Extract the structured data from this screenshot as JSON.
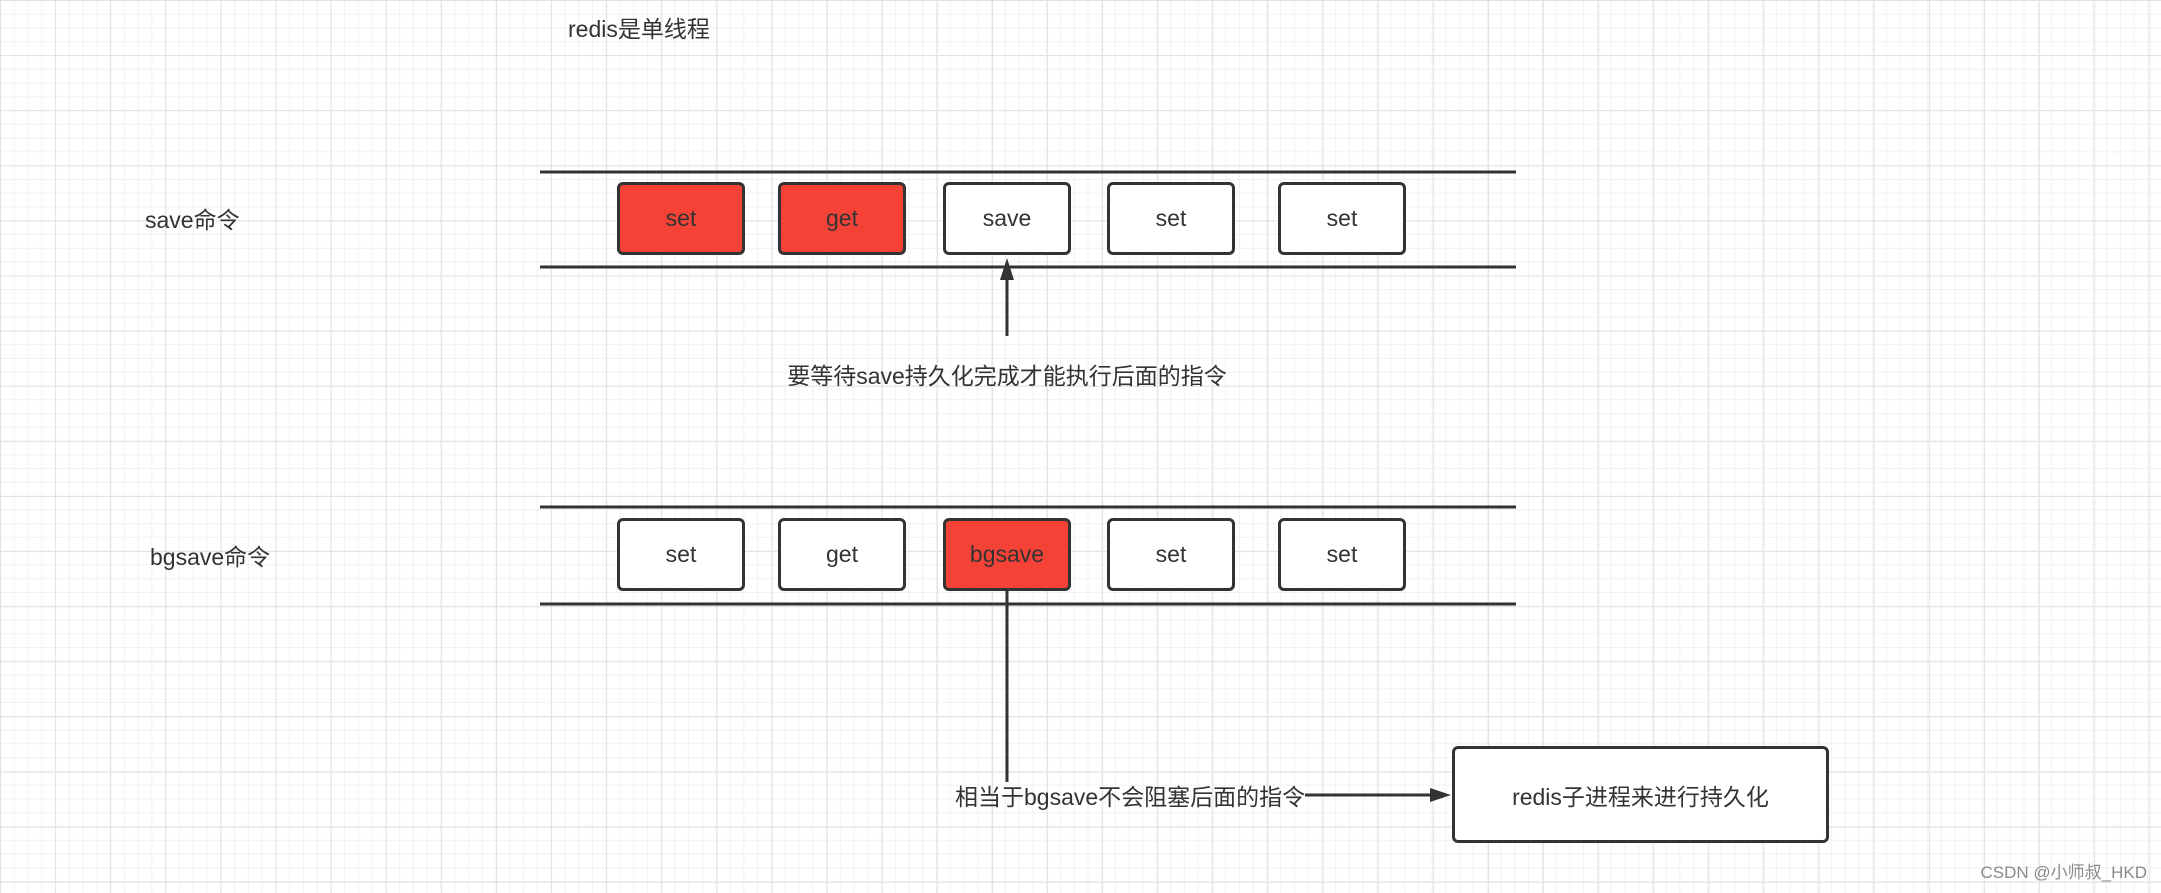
{
  "title": "redis是单线程",
  "rows": [
    {
      "label": "save命令",
      "commands": [
        {
          "text": "set",
          "highlight": true
        },
        {
          "text": "get",
          "highlight": true
        },
        {
          "text": "save",
          "highlight": false
        },
        {
          "text": "set",
          "highlight": false
        },
        {
          "text": "set",
          "highlight": false
        }
      ]
    },
    {
      "label": "bgsave命令",
      "commands": [
        {
          "text": "set",
          "highlight": false
        },
        {
          "text": "get",
          "highlight": false
        },
        {
          "text": "bgsave",
          "highlight": true
        },
        {
          "text": "set",
          "highlight": false
        },
        {
          "text": "set",
          "highlight": false
        }
      ]
    }
  ],
  "annotations": {
    "save_note": "要等待save持久化完成才能执行后面的指令",
    "bgsave_note": "相当于bgsave不会阻塞后面的指令",
    "child_process": "redis子进程来进行持久化"
  },
  "colors": {
    "highlight": "#f44336",
    "border": "#333333"
  },
  "watermark": "CSDN @小师叔_HKD"
}
